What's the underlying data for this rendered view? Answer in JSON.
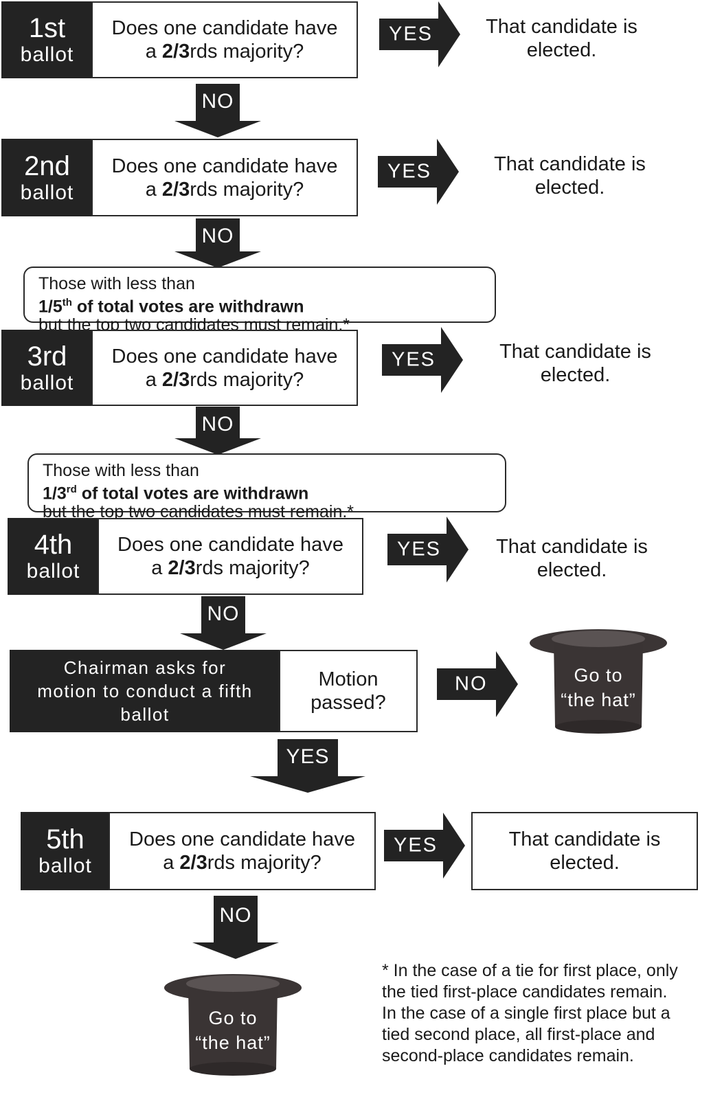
{
  "question": {
    "line1": "Does one candidate have",
    "line2_prefix": "a ",
    "line2_bold": "2/3",
    "line2_suffix": "rds majority?"
  },
  "ballots": [
    {
      "num": "1st",
      "word": "ballot"
    },
    {
      "num": "2nd",
      "word": "ballot"
    },
    {
      "num": "3rd",
      "word": "ballot"
    },
    {
      "num": "4th",
      "word": "ballot"
    },
    {
      "num": "5th",
      "word": "ballot"
    }
  ],
  "labels": {
    "yes": "YES",
    "no": "NO"
  },
  "result": {
    "line1": "That candidate is",
    "line2": "elected."
  },
  "notes": [
    {
      "prefix": "Those with less than ",
      "fraction": "1/5",
      "sup": "th",
      "suffix": " of total votes are withdrawn",
      "line2": "but the top two candidates must remain.*"
    },
    {
      "prefix": "Those with less than ",
      "fraction": "1/3",
      "sup": "rd",
      "suffix": " of total votes are withdrawn",
      "line2": "but the top two candidates must remain.*"
    }
  ],
  "chairman": {
    "line1": "Chairman asks for",
    "line2": "motion to conduct a fifth",
    "line3": "ballot"
  },
  "motion": {
    "line1": "Motion",
    "line2": "passed?"
  },
  "hat": {
    "line1": "Go to",
    "line2": "“the hat”"
  },
  "footnote": {
    "lines": [
      "* In the case of a tie for first place, only",
      "the tied first-place candidates remain.",
      "In the case of a single first place but a",
      "tied second place, all first-place and",
      "second-place candidates remain."
    ]
  },
  "colors": {
    "dark": "#232323",
    "border": "#2a2a2a",
    "hat": "#4a4444"
  }
}
